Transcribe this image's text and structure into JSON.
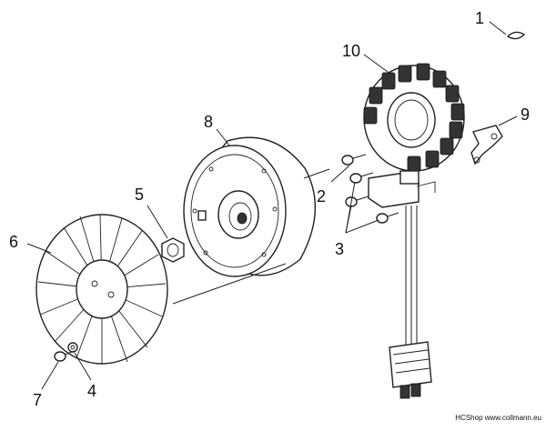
{
  "callouts": {
    "c1": "1",
    "c2": "2",
    "c3": "3",
    "c4": "4",
    "c5": "5",
    "c6": "6",
    "c7": "7",
    "c8": "8",
    "c9": "9",
    "c10": "10"
  },
  "watermark": "HCShop www.collmann.eu"
}
